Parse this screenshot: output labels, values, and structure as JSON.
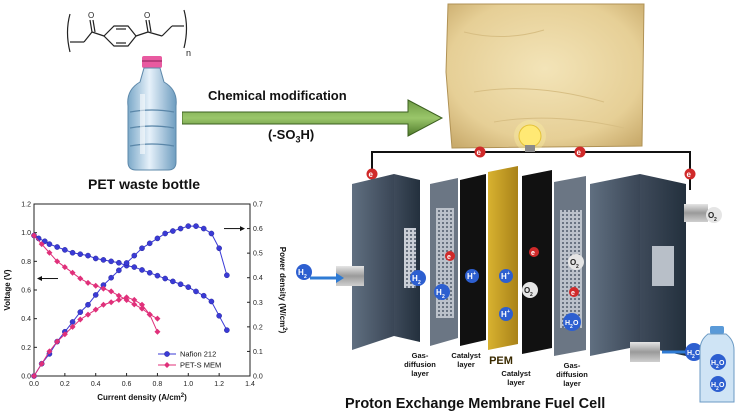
{
  "structure": {
    "subscript_n": "n"
  },
  "bottle": {
    "label": "PET waste bottle"
  },
  "process": {
    "label": "Chemical modification",
    "group": "(-SO",
    "group_sub": "3",
    "group_end": "H)"
  },
  "fuel_cell": {
    "title": "Proton Exchange Membrane Fuel Cell",
    "electron": "e",
    "electron_sup": "-",
    "h2_feed": "H",
    "h2_sub": "2",
    "o2_feed": "O",
    "o2_sub": "2",
    "hplus": "H",
    "hplus_sup": "+",
    "h2o_out": "H",
    "h2o_sub": "2",
    "h2o_end": "O",
    "layers": {
      "gdl_left": [
        "Gas-",
        "diffusion",
        "layer"
      ],
      "cat_left": [
        "Catalyst",
        "layer"
      ],
      "pem": "PEM",
      "cat_right": [
        "Catalyst",
        "layer"
      ],
      "gdl_right": [
        "Gas-",
        "diffusion",
        "layer"
      ]
    }
  },
  "chart_data": {
    "type": "line",
    "xlabel": "Current density (A/cm",
    "xlabel_sup": "2",
    "xlabel_end": ")",
    "ylabel": "Voltage (V)",
    "y2label": "Power density (W/cm",
    "y2label_sup": "2",
    "y2label_end": ")",
    "xlim": [
      0.0,
      1.4
    ],
    "ylim": [
      0.0,
      1.2
    ],
    "y2lim": [
      0.0,
      0.7
    ],
    "xticks": [
      "0.0",
      "0.2",
      "0.4",
      "0.6",
      "0.8",
      "1.0",
      "1.2",
      "1.4"
    ],
    "yticks": [
      "0.0",
      "0.2",
      "0.4",
      "0.6",
      "0.8",
      "1.0",
      "1.2"
    ],
    "y2ticks": [
      "0.0",
      "0.1",
      "0.2",
      "0.3",
      "0.4",
      "0.5",
      "0.6",
      "0.7"
    ],
    "legend_position": "bottom-right",
    "series": [
      {
        "name": "Nafion 212",
        "color": "#3a3ad6",
        "marker": "circle",
        "voltage_x": [
          0.0,
          0.03,
          0.07,
          0.1,
          0.15,
          0.2,
          0.25,
          0.3,
          0.35,
          0.4,
          0.45,
          0.5,
          0.55,
          0.6,
          0.65,
          0.7,
          0.75,
          0.8,
          0.85,
          0.9,
          0.95,
          1.0,
          1.05,
          1.1,
          1.15,
          1.2,
          1.25
        ],
        "voltage_y": [
          0.98,
          0.96,
          0.94,
          0.92,
          0.9,
          0.88,
          0.86,
          0.85,
          0.84,
          0.82,
          0.81,
          0.8,
          0.79,
          0.77,
          0.76,
          0.74,
          0.72,
          0.7,
          0.68,
          0.66,
          0.64,
          0.62,
          0.59,
          0.56,
          0.52,
          0.42,
          0.32
        ],
        "power_x": [
          0.0,
          0.05,
          0.1,
          0.15,
          0.2,
          0.25,
          0.3,
          0.35,
          0.4,
          0.45,
          0.5,
          0.55,
          0.6,
          0.65,
          0.7,
          0.75,
          0.8,
          0.85,
          0.9,
          0.95,
          1.0,
          1.05,
          1.1,
          1.15,
          1.2,
          1.25
        ],
        "power_y": [
          0.0,
          0.05,
          0.09,
          0.14,
          0.18,
          0.22,
          0.26,
          0.29,
          0.33,
          0.37,
          0.4,
          0.43,
          0.46,
          0.49,
          0.52,
          0.54,
          0.56,
          0.58,
          0.59,
          0.6,
          0.61,
          0.61,
          0.6,
          0.58,
          0.52,
          0.41
        ]
      },
      {
        "name": "PET-S MEM",
        "color": "#e0307a",
        "marker": "diamond",
        "voltage_x": [
          0.0,
          0.05,
          0.1,
          0.15,
          0.2,
          0.25,
          0.3,
          0.35,
          0.4,
          0.45,
          0.5,
          0.55,
          0.6,
          0.65,
          0.7,
          0.75,
          0.8
        ],
        "voltage_y": [
          0.98,
          0.92,
          0.86,
          0.8,
          0.76,
          0.72,
          0.68,
          0.65,
          0.63,
          0.61,
          0.59,
          0.56,
          0.53,
          0.5,
          0.47,
          0.43,
          0.4
        ],
        "power_x": [
          0.0,
          0.05,
          0.1,
          0.15,
          0.2,
          0.25,
          0.3,
          0.35,
          0.4,
          0.45,
          0.5,
          0.55,
          0.6,
          0.65,
          0.7,
          0.75,
          0.8
        ],
        "power_y": [
          0.0,
          0.05,
          0.1,
          0.14,
          0.17,
          0.2,
          0.23,
          0.25,
          0.27,
          0.29,
          0.3,
          0.31,
          0.32,
          0.31,
          0.29,
          0.25,
          0.18
        ]
      }
    ]
  }
}
